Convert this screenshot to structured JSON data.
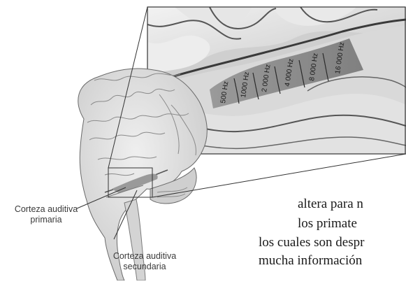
{
  "figure": {
    "frequency_labels": [
      "500 Hz",
      "1000 Hz",
      "2 000 Hz",
      "4 000 Hz",
      "8 000 Hz",
      "16 000 Hz"
    ],
    "labels": {
      "primary_line1": "Corteza auditiva",
      "primary_line2": "primaria",
      "secondary_line1": "Corteza auditiva",
      "secondary_line2": "secundaria"
    },
    "colors": {
      "tonotopic_band": "#8f8f8f",
      "brain_tissue": "#dcdcdc",
      "sulci": "#4a4a4a",
      "background": "#ffffff"
    }
  },
  "body_text": {
    "line1": "altera para n",
    "line2": "los primate",
    "line3": "los cuales son despr",
    "line4": "mucha información"
  }
}
